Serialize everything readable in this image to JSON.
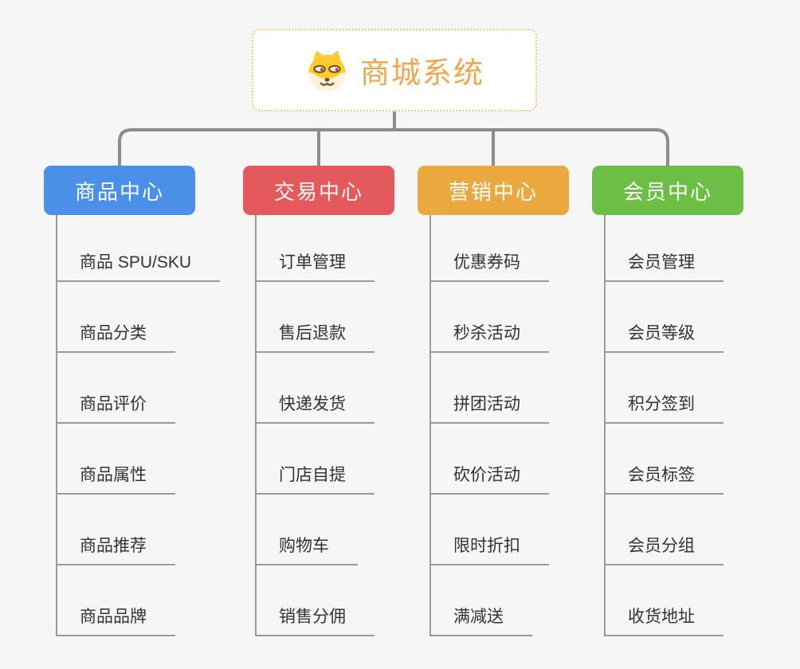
{
  "root": {
    "title": "商城系统",
    "icon": "doge-icon"
  },
  "branches": [
    {
      "label": "商品中心",
      "color": "#4a90e8",
      "children": [
        "商品 SPU/SKU",
        "商品分类",
        "商品评价",
        "商品属性",
        "商品推荐",
        "商品品牌"
      ]
    },
    {
      "label": "交易中心",
      "color": "#e4595b",
      "children": [
        "订单管理",
        "售后退款",
        "快递发货",
        "门店自提",
        "购物车",
        "销售分佣"
      ]
    },
    {
      "label": "营销中心",
      "color": "#eba83e",
      "children": [
        "优惠券码",
        "秒杀活动",
        "拼团活动",
        "砍价活动",
        "限时折扣",
        "满减送"
      ]
    },
    {
      "label": "会员中心",
      "color": "#6cbe45",
      "children": [
        "会员管理",
        "会员等级",
        "积分签到",
        "会员标签",
        "会员分组",
        "收货地址"
      ]
    }
  ],
  "colors": {
    "background": "#f5f6f5",
    "connector": "#8c8c8c",
    "underline": "#9a9a9a",
    "leaf_text": "#333333",
    "root_title": "#f0a74b",
    "root_border": "#f3c77c",
    "doge_yellow": "#fbcb2f",
    "doge_cream": "#fdf3dc",
    "doge_brown": "#7c4e1e"
  }
}
